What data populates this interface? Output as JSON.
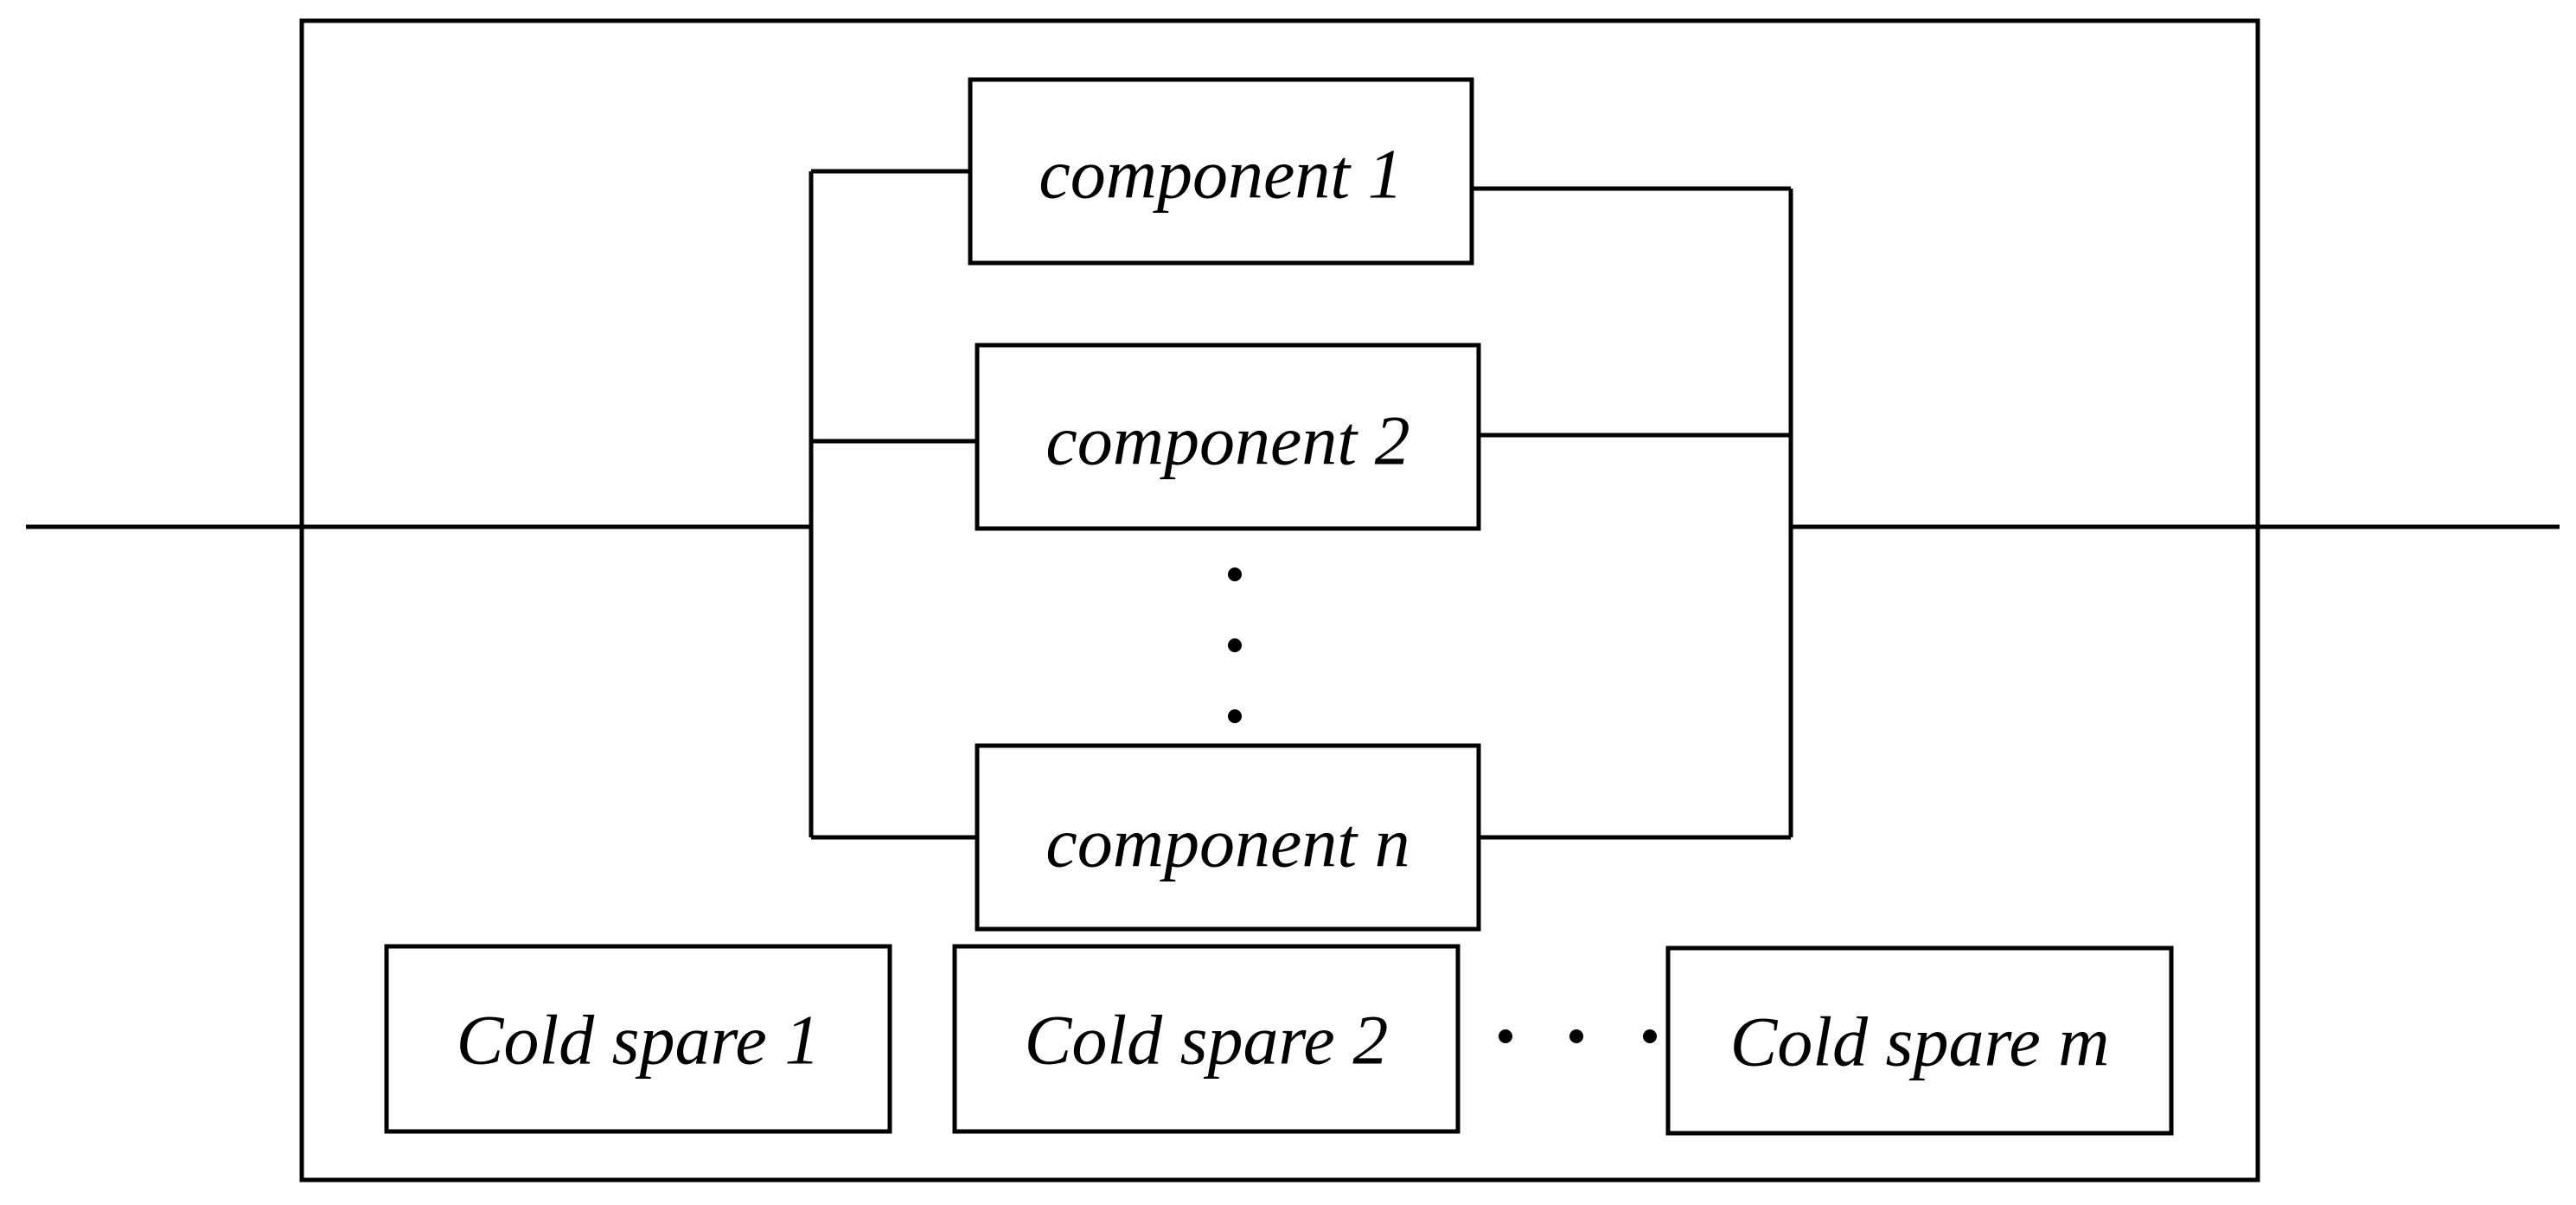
{
  "diagram": {
    "components": [
      {
        "label": "component 1"
      },
      {
        "label": "component 2"
      },
      {
        "label": "component n"
      }
    ],
    "cold_spares": [
      {
        "label": "Cold spare 1"
      },
      {
        "label": "Cold spare 2"
      },
      {
        "label": "Cold spare m"
      }
    ]
  }
}
